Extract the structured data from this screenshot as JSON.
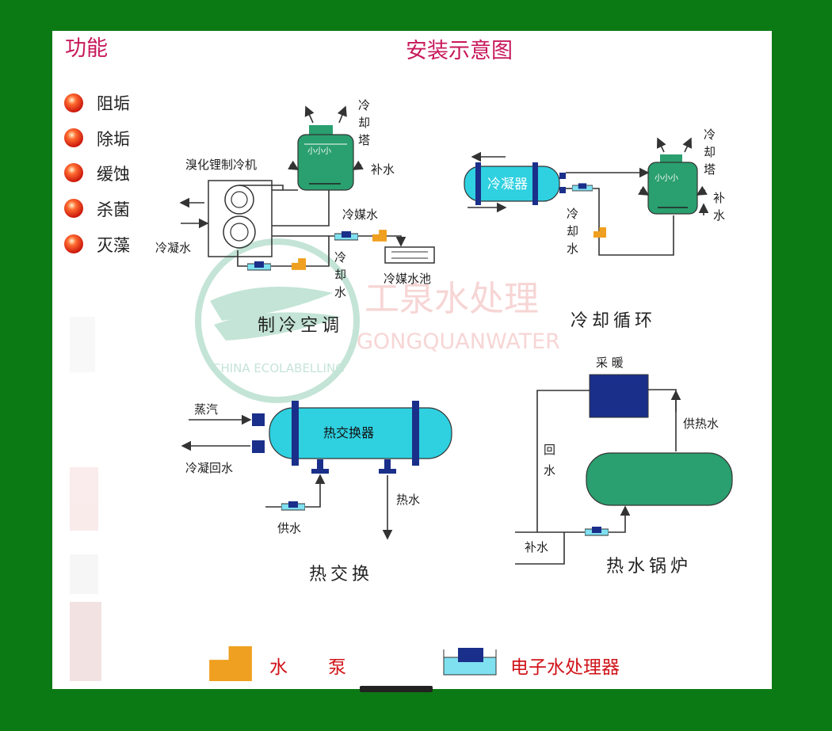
{
  "headings": {
    "functions": "功能",
    "title": "安装示意图"
  },
  "functions": [
    "阻垢",
    "除垢",
    "缓蚀",
    "杀菌",
    "灭藻"
  ],
  "refrigeration": {
    "caption": "制冷空调",
    "chiller": "溴化锂制冷机",
    "tower": "冷却塔",
    "makeup": "补水",
    "chilled_water": "冷媒水",
    "condensate": "冷凝水",
    "cooling_water": "冷却水",
    "pool": "冷媒水池"
  },
  "cooling_loop": {
    "caption": "冷却循环",
    "condenser": "冷凝器",
    "tower": "冷却塔",
    "makeup": "补水",
    "cooling_water": "冷却水"
  },
  "heat_exchange": {
    "caption": "热交换",
    "exchanger": "热交换器",
    "steam": "蒸汽",
    "condensate_return": "冷凝回水",
    "supply": "供水",
    "hot_water": "热水"
  },
  "boiler": {
    "caption": "热水锅炉",
    "heating": "采 暖",
    "supply_hot": "供热水",
    "return": "回水",
    "makeup": "补水"
  },
  "watermark": {
    "cn": "工泉水处理",
    "en": "GONGQUANWATER",
    "seal": "CHINA ECOLABELLING"
  },
  "legend": {
    "pump": "水 泵",
    "processor": "电子水处理器"
  },
  "colors": {
    "background": "#0c7a14",
    "tank": "#2a9f6f",
    "exchanger": "#2fd0e0",
    "pump": "#f0a020",
    "processor": "#1a2f8a",
    "heading": "#c8185a",
    "legend_text": "#d0141a"
  }
}
